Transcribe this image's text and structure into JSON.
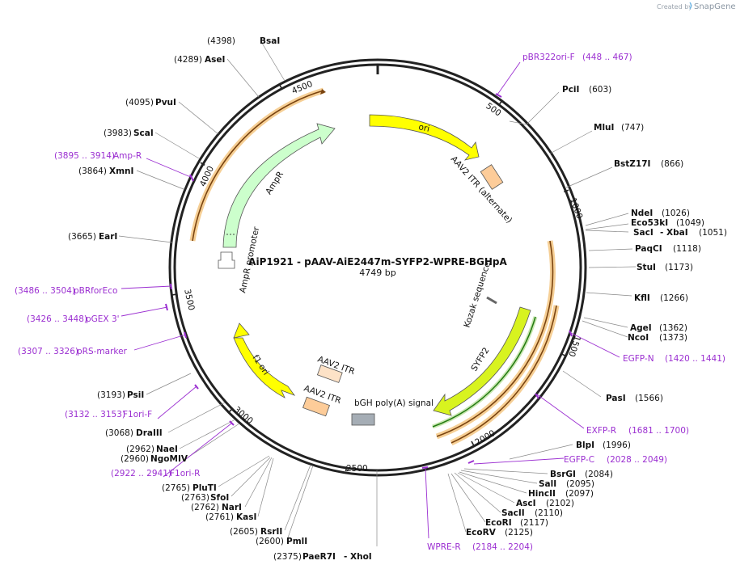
{
  "credit": {
    "prefix": "Created by",
    "brand": "SnapGene"
  },
  "plasmid": {
    "name": "AiP1921 - pAAV-AiE2447m-SYFP2-WPRE-BGHpA",
    "length_label": "4749 bp",
    "length": 4749
  },
  "ticks": [
    "500",
    "1000",
    "1500",
    "2000",
    "2500",
    "3000",
    "3500",
    "4000",
    "4500"
  ],
  "features": {
    "ori": "ori",
    "itr_alt": "AAV2 ITR (alternate)",
    "kozak": "Kozak sequence",
    "syfp2": "SYFP2",
    "bgh": "bGH poly(A) signal",
    "itr1": "AAV2 ITR",
    "itr2": "AAV2 ITR",
    "f1ori": "f1 ori",
    "ampr_promoter": "AmpR promoter",
    "ampr": "AmpR"
  },
  "sites_right": [
    {
      "name": "PciI",
      "pos": "(603)"
    },
    {
      "name": "MluI",
      "pos": "(747)"
    },
    {
      "name": "BstZ17I",
      "pos": "(866)"
    },
    {
      "name": "NdeI",
      "pos": "(1026)"
    },
    {
      "name": "Eco53kI",
      "pos": "(1049)"
    },
    {
      "name": "SacI",
      "pos": "(1051)",
      "pair": "- XbaI"
    },
    {
      "name": "PaqCI",
      "pos": "(1118)"
    },
    {
      "name": "StuI",
      "pos": "(1173)"
    },
    {
      "name": "KflI",
      "pos": "(1266)"
    },
    {
      "name": "AgeI",
      "pos": "(1362)"
    },
    {
      "name": "NcoI",
      "pos": "(1373)"
    },
    {
      "name": "PasI",
      "pos": "(1566)"
    },
    {
      "name": "BlpI",
      "pos": "(1996)"
    },
    {
      "name": "BsrGI",
      "pos": "(2084)"
    },
    {
      "name": "SalI",
      "pos": "(2095)"
    },
    {
      "name": "HincII",
      "pos": "(2097)"
    },
    {
      "name": "AscI",
      "pos": "(2102)"
    },
    {
      "name": "SacII",
      "pos": "(2110)"
    },
    {
      "name": "EcoRI",
      "pos": "(2117)"
    },
    {
      "name": "EcoRV",
      "pos": "(2125)"
    }
  ],
  "sites_left": [
    {
      "name": "BsaI",
      "pos": "(4398)"
    },
    {
      "name": "AseI",
      "pos": "(4289)"
    },
    {
      "name": "PvuI",
      "pos": "(4095)"
    },
    {
      "name": "ScaI",
      "pos": "(3983)"
    },
    {
      "name": "XmnI",
      "pos": "(3864)"
    },
    {
      "name": "EarI",
      "pos": "(3665)"
    },
    {
      "name": "PsiI",
      "pos": "(3193)"
    },
    {
      "name": "DraIII",
      "pos": "(3068)"
    },
    {
      "name": "NaeI",
      "pos": "(2962)"
    },
    {
      "name": "NgoMIV",
      "pos": "(2960)"
    },
    {
      "name": "PluTI",
      "pos": "(2765)"
    },
    {
      "name": "SfoI",
      "pos": "(2763)"
    },
    {
      "name": "NarI",
      "pos": "(2762)"
    },
    {
      "name": "KasI",
      "pos": "(2761)"
    },
    {
      "name": "RsrII",
      "pos": "(2605)"
    },
    {
      "name": "PmlI",
      "pos": "(2600)"
    },
    {
      "name": "PaeR7I",
      "pos": "(2375)",
      "pair": "- XhoI"
    }
  ],
  "primers": [
    {
      "name": "pBR322ori-F",
      "pos": "(448 .. 467)"
    },
    {
      "name": "EGFP-N",
      "pos": "(1420 .. 1441)"
    },
    {
      "name": "EXFP-R",
      "pos": "(1681 .. 1700)"
    },
    {
      "name": "EGFP-C",
      "pos": "(2028 .. 2049)"
    },
    {
      "name": "WPRE-R",
      "pos": "(2184 .. 2204)"
    },
    {
      "name": "F1ori-R",
      "pos": "(2922 .. 2941)"
    },
    {
      "name": "F1ori-F",
      "pos": "(3132 .. 3153)"
    },
    {
      "name": "pRS-marker",
      "pos": "(3307 .. 3326)"
    },
    {
      "name": "pGEX 3'",
      "pos": "(3426 .. 3448)"
    },
    {
      "name": "pBRforEco",
      "pos": "(3486 .. 3504)"
    },
    {
      "name": "Amp-R",
      "pos": "(3895 .. 3914)"
    }
  ]
}
